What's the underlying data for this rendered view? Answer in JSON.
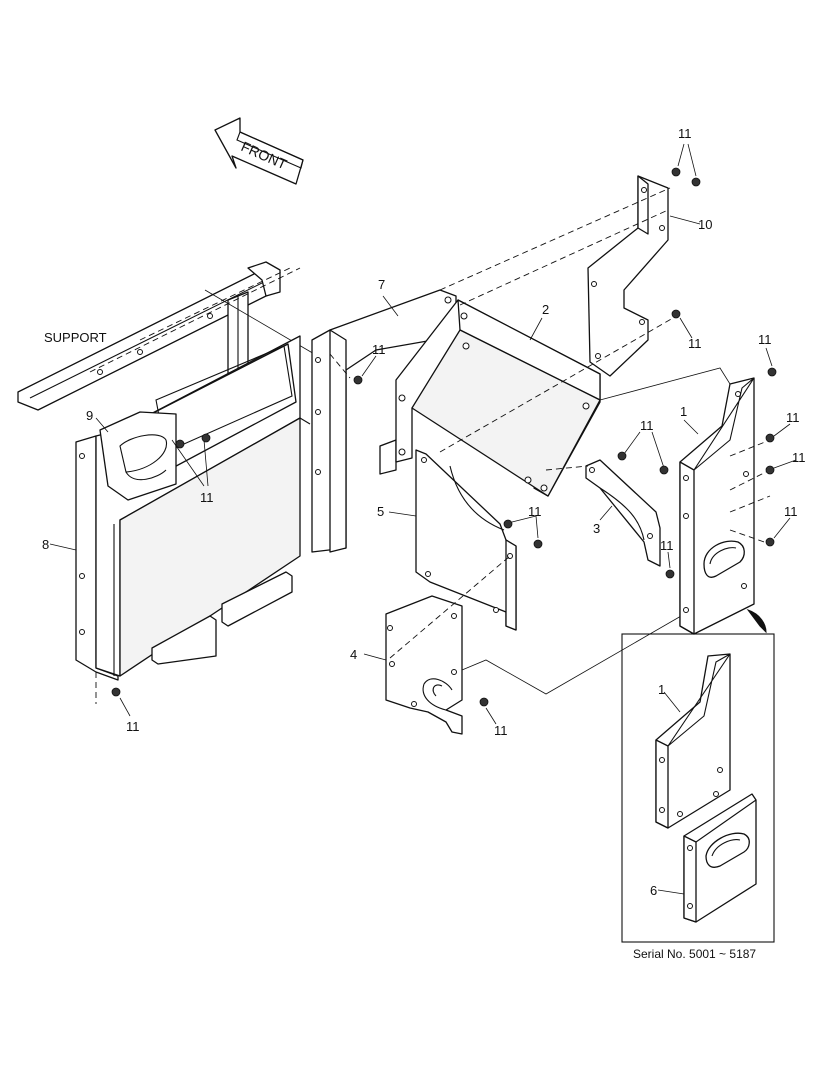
{
  "front_label": "FRONT",
  "support_label": "SUPPORT",
  "inset_caption": "Serial No. 5001 ~ 5187",
  "callouts": {
    "part_1": "1",
    "part_2": "2",
    "part_3": "3",
    "part_4": "4",
    "part_5": "5",
    "part_6": "6",
    "part_7": "7",
    "part_8": "8",
    "part_9": "9",
    "part_10": "10",
    "part_11": "11"
  },
  "colors": {
    "line": "#111111",
    "background": "#ffffff"
  }
}
